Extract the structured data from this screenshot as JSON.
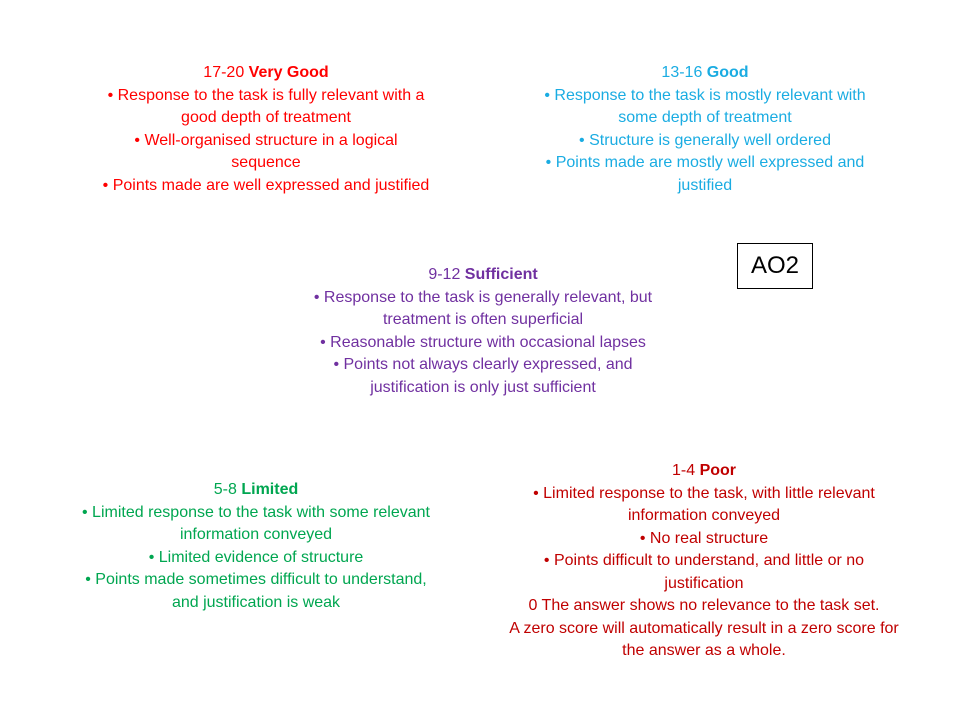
{
  "ao2_label": "AO2",
  "bands": {
    "very_good": {
      "range": "17-20",
      "grade": "Very Good",
      "lines": [
        "• Response to the task is fully relevant with a good depth of treatment",
        "• Well-organised structure in a logical sequence",
        "• Points made are well expressed and justified"
      ],
      "color": "#ff0000"
    },
    "good": {
      "range": "13-16",
      "grade": "Good",
      "lines": [
        "• Response to the task is mostly relevant with some depth of treatment",
        "• Structure is generally well ordered",
        "• Points made are mostly well expressed and justified"
      ],
      "color": "#1aace2"
    },
    "sufficient": {
      "range": "9-12",
      "grade": "Sufficient",
      "lines": [
        "• Response to the task is generally relevant, but treatment is often superficial",
        "• Reasonable structure with occasional lapses",
        "• Points not always clearly expressed, and justification is only just sufficient"
      ],
      "color": "#7030a0"
    },
    "limited": {
      "range": "5-8",
      "grade": "Limited",
      "lines": [
        "• Limited response to the task with some relevant information conveyed",
        "• Limited evidence of structure",
        "• Points made sometimes difficult to understand, and justification is weak"
      ],
      "color": "#00a650"
    },
    "poor": {
      "range": "1-4",
      "grade": "Poor",
      "lines": [
        "• Limited response to the task, with little relevant information conveyed",
        "• No real structure",
        "• Points difficult to understand, and little or no justification",
        "0 The answer shows no relevance to the task set.",
        "A zero score will automatically result in a zero score for the answer as a whole."
      ],
      "color": "#c00000"
    }
  }
}
